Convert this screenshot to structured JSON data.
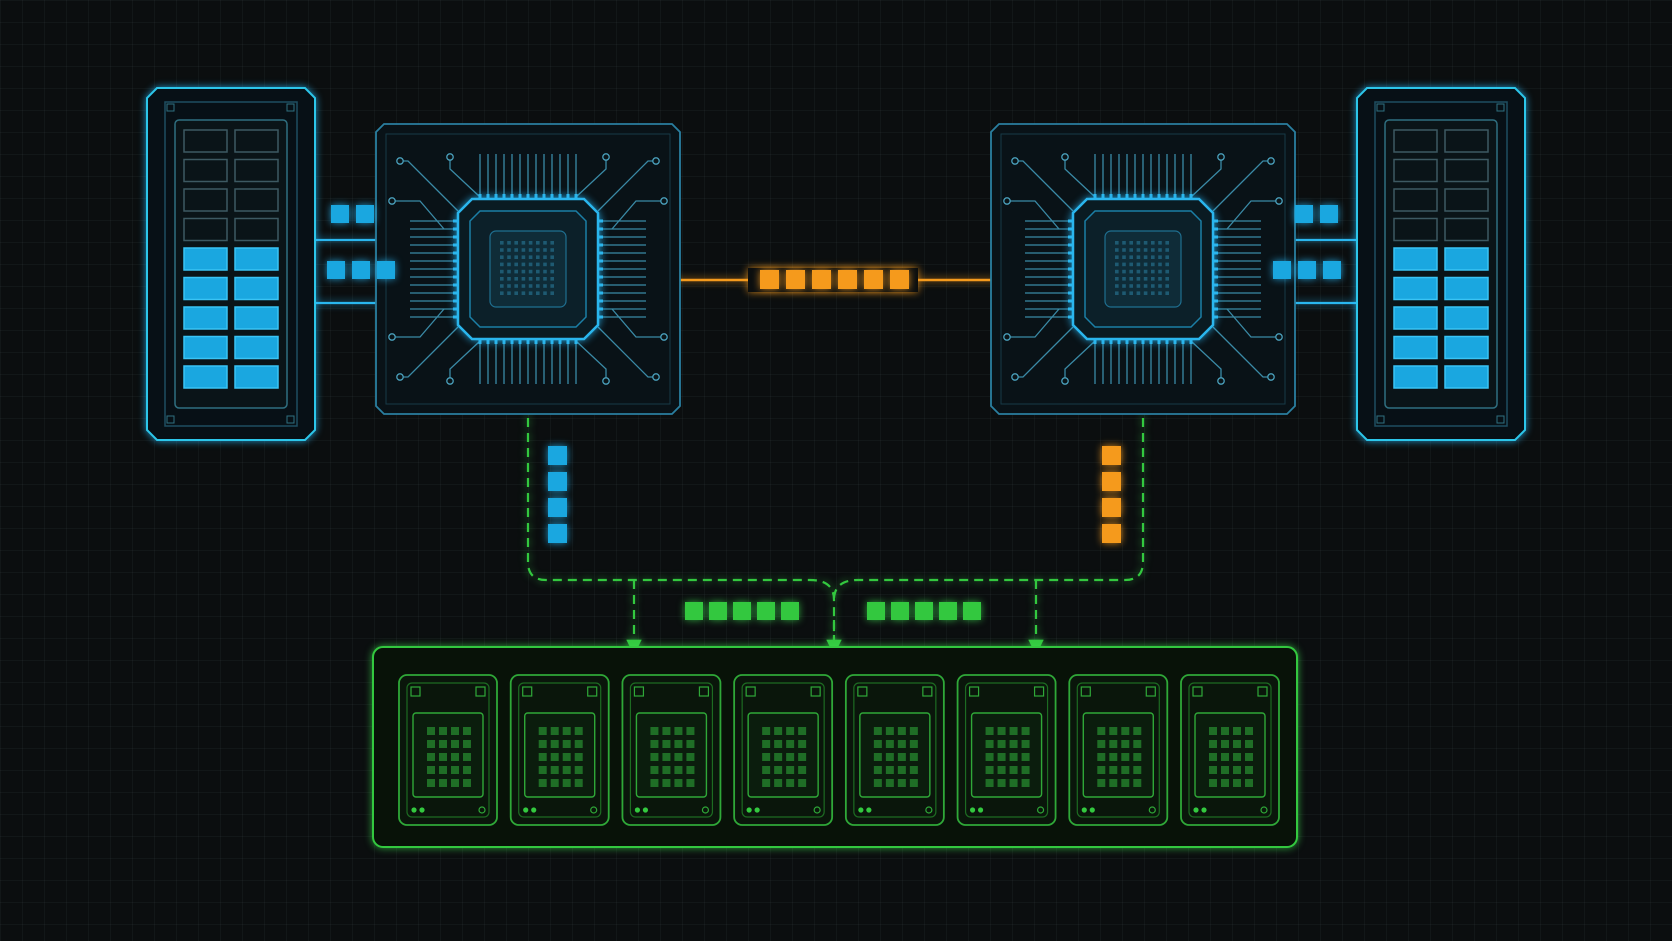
{
  "colors": {
    "background": "#0b0e0f",
    "memory_accent": "#1aa7e0",
    "memory_outline": "#2cc6ea",
    "processor_outline": "#2a7fa0",
    "interconnect": "#f59a1c",
    "storage": "#33c83f",
    "storage_dim": "#1d6b22"
  },
  "memory_modules": [
    {
      "id": "left",
      "filled_rows": 5,
      "empty_rows": 4
    },
    {
      "id": "right",
      "filled_rows": 5,
      "empty_rows": 4
    }
  ],
  "processors": [
    {
      "id": "left"
    },
    {
      "id": "right"
    }
  ],
  "links": {
    "memory_left_packets": [
      2,
      3
    ],
    "memory_right_packets": [
      2,
      3
    ],
    "interconnect_packets": 6,
    "left_downlink_packets": 4,
    "right_downlink_packets": 4,
    "storage_bus_left_packets": 5,
    "storage_bus_right_packets": 5
  },
  "storage": {
    "drive_count": 8
  }
}
